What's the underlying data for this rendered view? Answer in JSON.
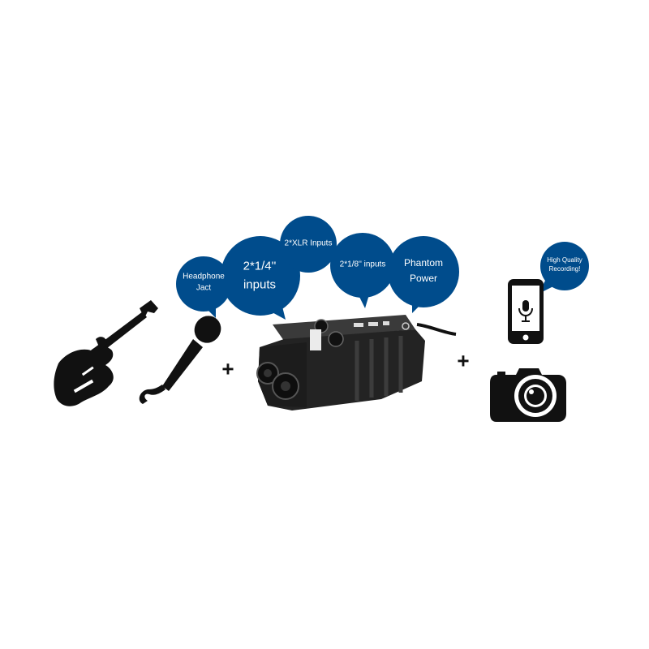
{
  "bubbles": {
    "headphone": {
      "line1": "Headphone",
      "line2": "Jact"
    },
    "quarter_inputs": {
      "line1": "2*1/4''",
      "line2": "inputs"
    },
    "xlr_inputs": {
      "line1": "2*XLR Inputs"
    },
    "eighth_inputs": {
      "line1": "2*1/8'' inputs"
    },
    "phantom_power": {
      "line1": "Phantom",
      "line2": "Power"
    },
    "high_quality": {
      "line1": "High Quality",
      "line2": "Recording!"
    }
  },
  "operators": {
    "plus_left": "+",
    "plus_right": "+"
  },
  "colors": {
    "bubble": "#004c8c",
    "icon": "#111111",
    "device_body": "#2b2b2b",
    "background": "#ffffff"
  },
  "icons": [
    "electric-guitar-icon",
    "microphone-icon",
    "audio-adapter-device",
    "smartphone-microphone-icon",
    "camera-icon"
  ]
}
